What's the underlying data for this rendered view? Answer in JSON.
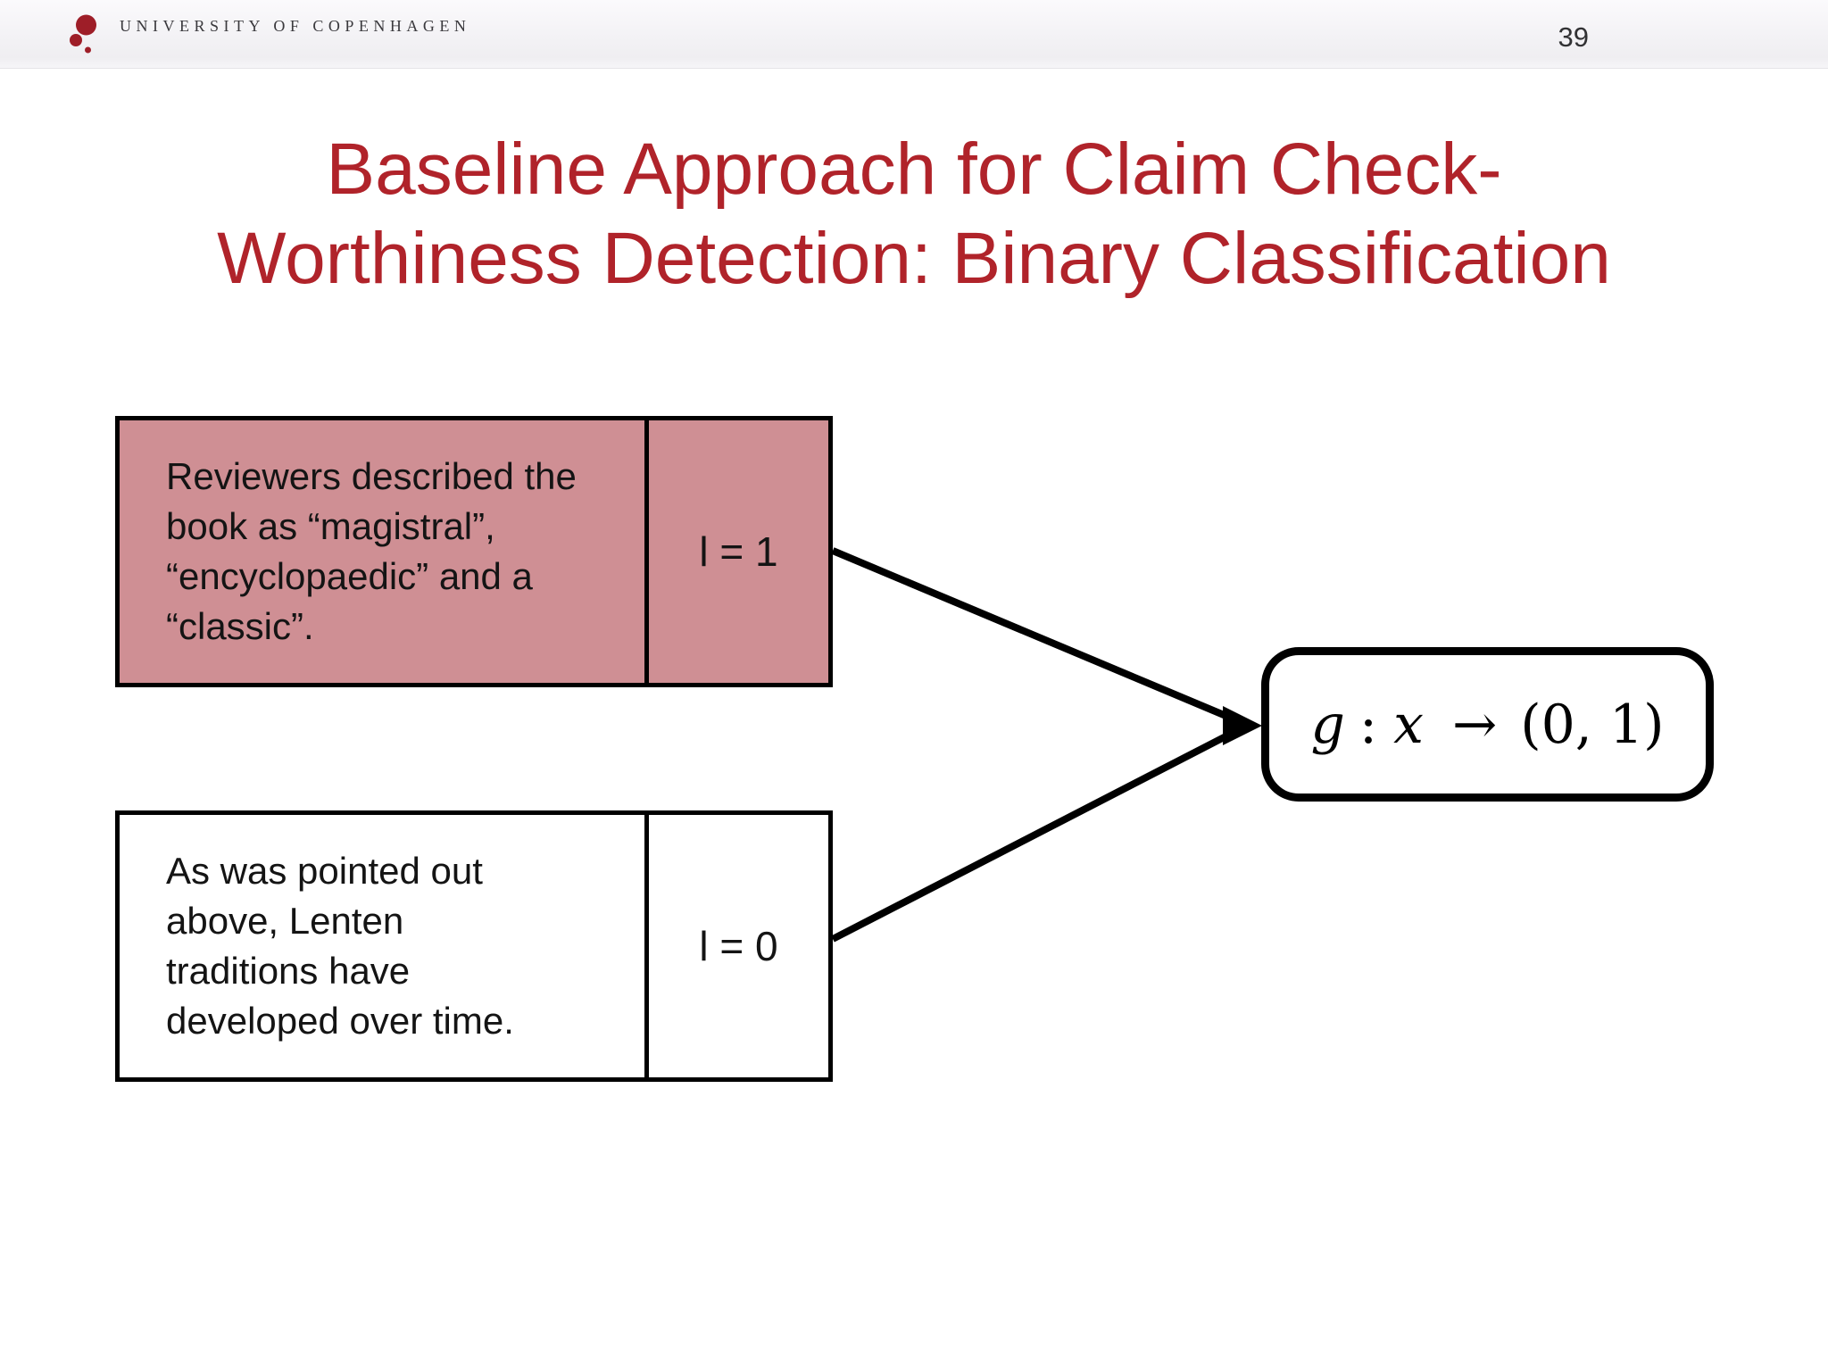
{
  "header": {
    "logo_text": "UNIVERSITY OF COPENHAGEN",
    "page_number": "39"
  },
  "title": {
    "line1": "Baseline Approach for Claim Check-",
    "line2": "Worthiness Detection: Binary Classification",
    "color": "#B0232A"
  },
  "diagram": {
    "positive_example": {
      "text": "Reviewers described the\nbook as “magistral”,\n“encyclopaedic” and a\n“classic”.",
      "label": "l = 1",
      "fill_color": "#CF8F94"
    },
    "negative_example": {
      "text": "As was pointed out\nabove, Lenten\ntraditions have\ndeveloped over time.",
      "label": "l = 0",
      "fill_color": "#FFFFFF"
    },
    "function_node": {
      "g": "g",
      "colon": ":",
      "x": "x",
      "arrow": "→",
      "range": "(0, 1)"
    },
    "border_color": "#000000"
  },
  "appearance": {
    "logo_red": "#9E1E28",
    "header_text_color": "#3A393D",
    "title_red": "#B0232A"
  }
}
